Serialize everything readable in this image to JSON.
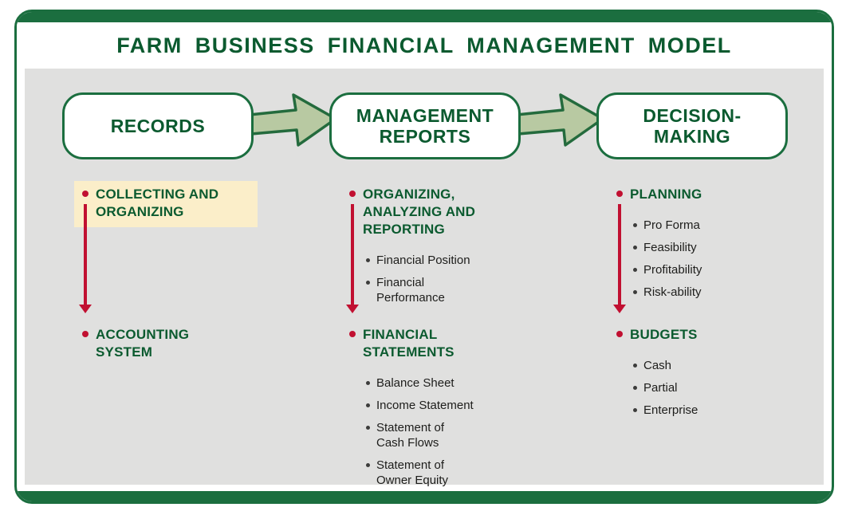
{
  "title": "FARM BUSINESS FINANCIAL MANAGEMENT MODEL",
  "colors": {
    "green_border": "#1b6e3f",
    "green_text": "#0b5a2f",
    "red": "#c11031",
    "arrow_fill": "#b8c9a2",
    "arrow_stroke": "#246b3d",
    "highlight": "#fbeec9",
    "panel_gray": "#e0e0df"
  },
  "columns": [
    {
      "header": "RECORDS",
      "sections": [
        {
          "label": "COLLECTING AND\nORGANIZING",
          "subitems": []
        },
        {
          "label": "ACCOUNTING\nSYSTEM",
          "subitems": []
        }
      ]
    },
    {
      "header": "MANAGEMENT\nREPORTS",
      "sections": [
        {
          "label": "ORGANIZING,\nANALYZING AND\nREPORTING",
          "subitems": [
            "Financial Position",
            "Financial\nPerformance"
          ]
        },
        {
          "label": "FINANCIAL\nSTATEMENTS",
          "subitems": [
            "Balance Sheet",
            "Income Statement",
            "Statement of\nCash Flows",
            "Statement of\nOwner Equity"
          ]
        }
      ]
    },
    {
      "header": "DECISION-\nMAKING",
      "sections": [
        {
          "label": "PLANNING",
          "subitems": [
            "Pro Forma",
            "Feasibility",
            "Profitability",
            "Risk-ability"
          ]
        },
        {
          "label": "BUDGETS",
          "subitems": [
            "Cash",
            "Partial",
            "Enterprise"
          ]
        }
      ]
    }
  ]
}
